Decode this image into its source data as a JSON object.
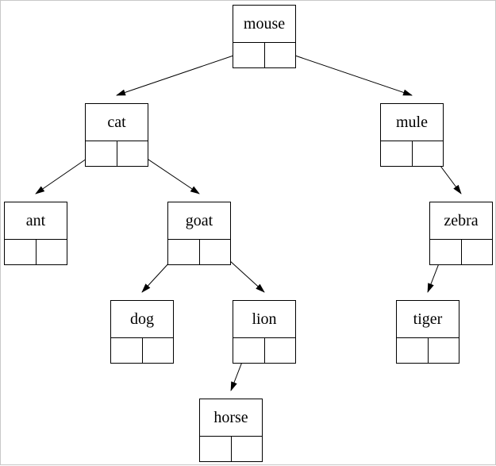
{
  "diagram": {
    "type": "binary-search-tree",
    "nodes": [
      {
        "id": "mouse",
        "label": "mouse",
        "left": "cat",
        "right": "mule"
      },
      {
        "id": "cat",
        "label": "cat",
        "left": "ant",
        "right": "goat"
      },
      {
        "id": "mule",
        "label": "mule",
        "left": null,
        "right": "zebra"
      },
      {
        "id": "ant",
        "label": "ant",
        "left": null,
        "right": null
      },
      {
        "id": "goat",
        "label": "goat",
        "left": "dog",
        "right": "lion"
      },
      {
        "id": "zebra",
        "label": "zebra",
        "left": "tiger",
        "right": null
      },
      {
        "id": "dog",
        "label": "dog",
        "left": null,
        "right": null
      },
      {
        "id": "lion",
        "label": "lion",
        "left": "horse",
        "right": null
      },
      {
        "id": "tiger",
        "label": "tiger",
        "left": null,
        "right": null
      },
      {
        "id": "horse",
        "label": "horse",
        "left": null,
        "right": null
      }
    ],
    "edges": [
      {
        "from": "mouse",
        "to": "cat",
        "side": "left"
      },
      {
        "from": "mouse",
        "to": "mule",
        "side": "right"
      },
      {
        "from": "cat",
        "to": "ant",
        "side": "left"
      },
      {
        "from": "cat",
        "to": "goat",
        "side": "right"
      },
      {
        "from": "mule",
        "to": "zebra",
        "side": "right"
      },
      {
        "from": "goat",
        "to": "dog",
        "side": "left"
      },
      {
        "from": "goat",
        "to": "lion",
        "side": "right"
      },
      {
        "from": "zebra",
        "to": "tiger",
        "side": "left"
      },
      {
        "from": "lion",
        "to": "horse",
        "side": "left"
      }
    ],
    "colors": {
      "stroke": "#000000",
      "background": "#ffffff",
      "frame": "#c8c8c8"
    }
  }
}
